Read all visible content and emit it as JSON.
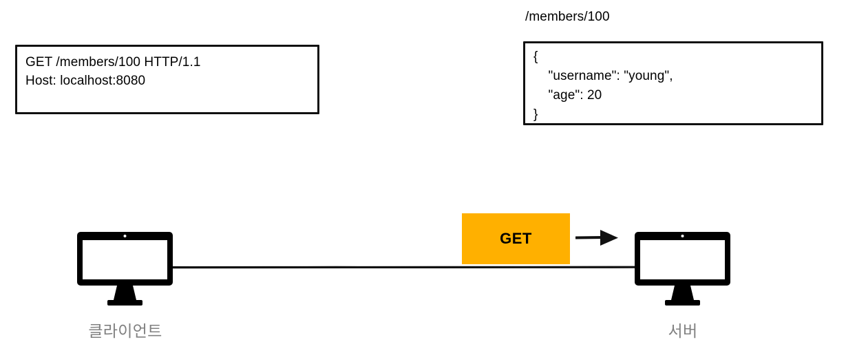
{
  "diagram": {
    "title": "HTTP GET request/response between client and server",
    "request_note": {
      "name": "http-request-note",
      "text": "GET /members/100 HTTP/1.1\nHost: localhost:8080"
    },
    "resource_path_label": "/members/100",
    "response_note": {
      "name": "http-response-body-note",
      "text": "{\n    \"username\": \"young\",\n    \"age\": 20\n}"
    },
    "method_badge": {
      "label": "GET",
      "color": "#FFB000"
    },
    "nodes": [
      {
        "id": "client",
        "caption": "클라이언트",
        "icon": "monitor-icon"
      },
      {
        "id": "server",
        "caption": "서버",
        "icon": "monitor-icon"
      }
    ],
    "arrow": {
      "name": "request-arrow",
      "direction": "left-to-right"
    },
    "colors": {
      "stroke": "#111111",
      "caption": "#808080",
      "badge": "#FFB000",
      "background": "#FFFFFF"
    }
  }
}
